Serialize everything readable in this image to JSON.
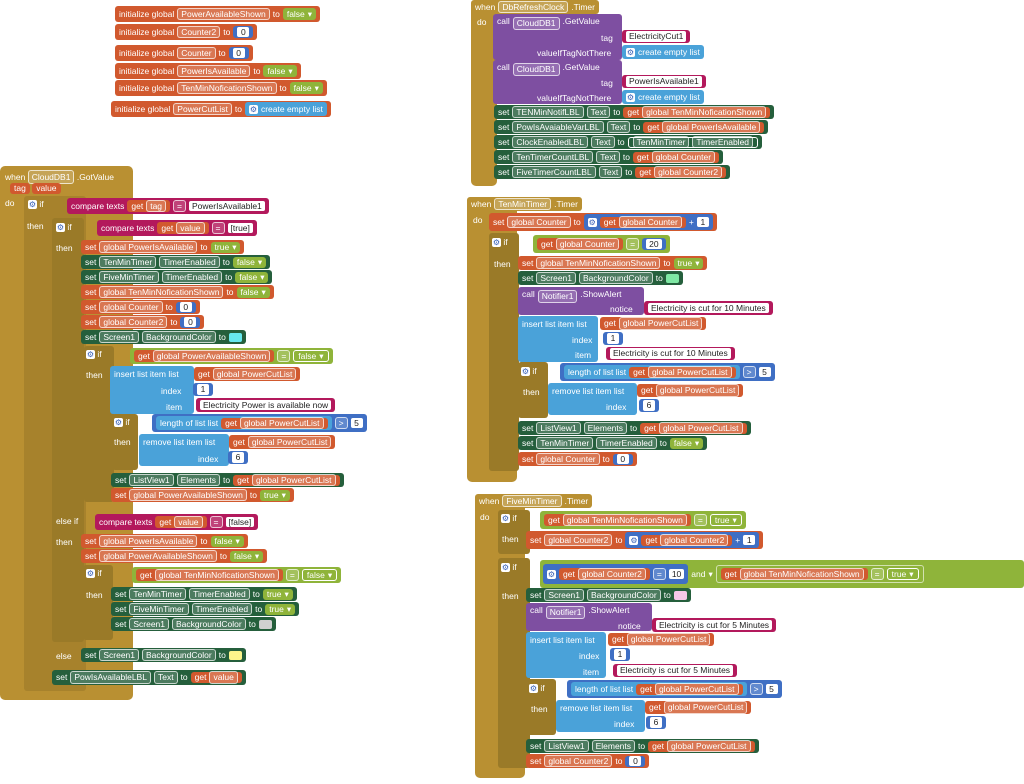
{
  "globals": [
    {
      "kw": "initialize global",
      "name": "PowerAvailableShown",
      "to": "to",
      "value": "false",
      "vtype": "logic"
    },
    {
      "kw": "initialize global",
      "name": "Counter2",
      "to": "to",
      "value": "0",
      "vtype": "num"
    },
    {
      "kw": "initialize global",
      "name": "Counter",
      "to": "to",
      "value": "0",
      "vtype": "num"
    },
    {
      "kw": "initialize global",
      "name": "PowerIsAvailable",
      "to": "to",
      "value": "false",
      "vtype": "logic"
    },
    {
      "kw": "initialize global",
      "name": "TenMinNoficationShown",
      "to": "to",
      "value": "false",
      "vtype": "logic"
    },
    {
      "kw": "initialize global",
      "name": "PowerCutList",
      "to": "to",
      "value": "create empty list",
      "vtype": "list"
    }
  ],
  "cloud": {
    "when": "when",
    "comp": "CloudDB1",
    "event": ".GotValue",
    "p1": "tag",
    "p2": "value",
    "do": "do",
    "if": "if",
    "then": "then",
    "elseif": "else if",
    "else": "else",
    "compare": "compare texts",
    "get": "get",
    "tag": "tag",
    "eq": "=",
    "q_powerIsAvailable1": "PowerIsAvailable1",
    "value": "value",
    "q_true": "[true]",
    "q_false": "[false]",
    "set": "set",
    "to": "to",
    "g_powerIsAvailable": "global PowerIsAvailable",
    "true": "true",
    "false": "false",
    "TenMinTimer": "TenMinTimer",
    "FiveMinTimer": "FiveMinTimer",
    "TimerEnabled": "TimerEnabled",
    "g_tenShown": "global TenMinNoficationShown",
    "g_counter": "global Counter",
    "g_counter2": "global Counter2",
    "zero": "0",
    "Screen1": "Screen1",
    "BackgroundColor": "BackgroundColor",
    "g_powerShown": "global PowerAvailableShown",
    "insert": "insert list item  list",
    "g_list": "global PowerCutList",
    "index": "index",
    "item": "item",
    "one": "1",
    "q_available": "Electricity Power is available now",
    "length": "length of list  list",
    "gt": ">",
    "five": "5",
    "remove": "remove list item  list",
    "six": "6",
    "ListView1": "ListView1",
    "Elements": "Elements",
    "PowIsLBL": "PowIsAvailableLBL",
    "Text": "Text"
  },
  "db": {
    "when": "when",
    "comp": "DbRefreshClock",
    "event": ".Timer",
    "do": "do",
    "call": "call",
    "cdb": "CloudDB1",
    "getv": ".GetValue",
    "tag": "tag",
    "vitn": "valueIfTagNotThere",
    "q_cut1": "ElectricityCut1",
    "q_pia1": "PowerIsAvailable1",
    "cel": "create empty list",
    "set": "set",
    "to": "to",
    "get": "get",
    "Text": "Text",
    "l1": "TENMinNotifLBL",
    "l2": "PowIsAvaiableVarLBL",
    "l3": "ClockEnabledLBL",
    "l4": "TenTimerCountLBL",
    "l5": "FiveTimerCountLBL",
    "g1": "global TenMinNoficationShown",
    "g2": "global PowerIsAvailable",
    "t1": "TenMinTimer",
    "t1p": "TimerEnabled",
    "g4": "global Counter",
    "g5": "global Counter2"
  },
  "ten": {
    "when": "when",
    "comp": "TenMinTimer",
    "event": ".Timer",
    "do": "do",
    "set": "set",
    "to": "to",
    "get": "get",
    "g_counter": "global Counter",
    "plus": "+",
    "one": "1",
    "if": "if",
    "then": "then",
    "eq": "=",
    "twenty": "20",
    "g_tenShown": "global TenMinNoficationShown",
    "true": "true",
    "Screen1": "Screen1",
    "BackgroundColor": "BackgroundColor",
    "call": "call",
    "Notifier1": "Notifier1",
    "ShowAlert": ".ShowAlert",
    "notice": "notice",
    "q_cut10": "Electricity is cut for 10 Minutes",
    "insert": "insert list item  list",
    "g_list": "global PowerCutList",
    "index": "index",
    "item": "item",
    "length": "length of list  list",
    "gt": ">",
    "five": "5",
    "remove": "remove list item  list",
    "six": "6",
    "ListView1": "ListView1",
    "Elements": "Elements",
    "TenMinTimer": "TenMinTimer",
    "TimerEnabled": "TimerEnabled",
    "false": "false",
    "zero": "0"
  },
  "five": {
    "when": "when",
    "comp": "FiveMinTimer",
    "event": ".Timer",
    "do": "do",
    "if": "if",
    "then": "then",
    "get": "get",
    "set": "set",
    "to": "to",
    "g_tenShown": "global TenMinNoficationShown",
    "eq": "=",
    "true": "true",
    "g_counter2": "global Counter2",
    "plus": "+",
    "one": "1",
    "ten": "10",
    "and": "and",
    "Screen1": "Screen1",
    "BackgroundColor": "BackgroundColor",
    "call": "call",
    "Notifier1": "Notifier1",
    "ShowAlert": ".ShowAlert",
    "notice": "notice",
    "q_cut5": "Electricity is cut for 5 Minutes",
    "insert": "insert list item  list",
    "g_list": "global PowerCutList",
    "index": "index",
    "item": "item",
    "length": "length of list  list",
    "gt": ">",
    "five": "5",
    "remove": "remove list item  list",
    "six": "6",
    "ListView1": "ListView1",
    "Elements": "Elements",
    "zero": "0"
  },
  "colors": {
    "event": "#b99032",
    "variable": "#d1592e",
    "logic": "#8fb43a",
    "math": "#3f6fc4",
    "text": "#b3195c",
    "list": "#4aa2d9",
    "component": "#255f3c",
    "call": "#7e4fa1"
  }
}
